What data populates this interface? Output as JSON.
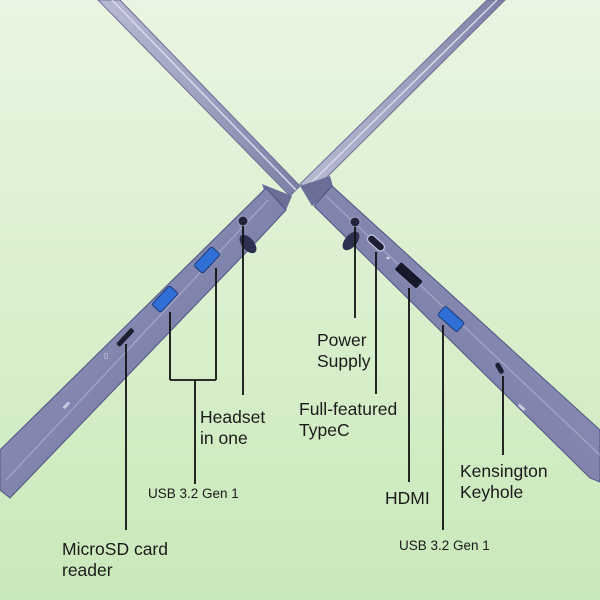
{
  "labels": {
    "headset": [
      "Headset",
      "in one"
    ],
    "usb_left": "USB 3.2 Gen 1",
    "microsd": [
      "MicroSD card",
      "reader"
    ],
    "power": [
      "Power",
      "Supply"
    ],
    "typec": [
      "Full-featured",
      "TypeC"
    ],
    "hdmi": "HDMI",
    "kensington": [
      "Kensington",
      "Keyhole"
    ],
    "usb_right": "USB 3.2 Gen 1"
  },
  "colors": {
    "background_top": "#e9f5e2",
    "background_bottom": "#c9e8b9",
    "chassis": "#8d90b4",
    "chassis_dark": "#5a5e86",
    "lid": "#a5a7c3",
    "usb_blue": "#2f6fd6",
    "callout": "#111111"
  }
}
